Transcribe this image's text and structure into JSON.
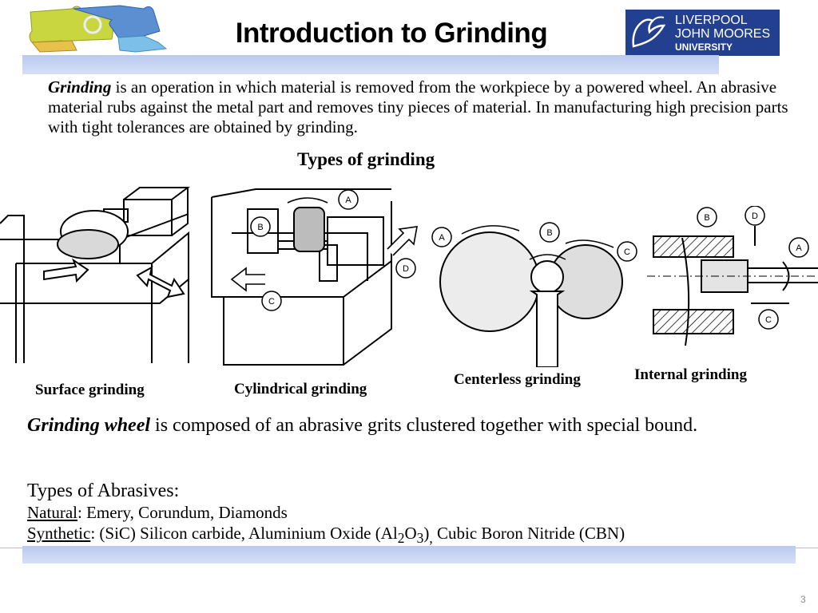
{
  "slide": {
    "title": "Introduction to Grinding",
    "logos": {
      "ljmu_line1": "LIVERPOOL",
      "ljmu_line2": "JOHN MOORES",
      "ljmu_line3": "UNIVERSITY"
    },
    "intro": {
      "term": "Grinding",
      "text": " is an operation in which material is removed from the workpiece by a powered wheel. An abrasive material rubs against the metal part and removes tiny pieces of material.  In manufacturing high precision parts with tight tolerances are obtained by grinding."
    },
    "types_heading": "Types of grinding",
    "diagram_labels": {
      "a": "A",
      "b": "B",
      "c": "C",
      "d": "D"
    },
    "captions": {
      "surface": "Surface grinding",
      "cylindrical": "Cylindrical grinding",
      "centerless": "Centerless grinding",
      "internal": "Internal grinding"
    },
    "wheel": {
      "term": "Grinding wheel",
      "text": " is composed of an abrasive grits clustered together with special bound."
    },
    "abrasives": {
      "title": "Types of Abrasives:",
      "natural_label": "Natural",
      "natural_text": ":   Emery, Corundum, Diamonds",
      "synthetic_label": "Synthetic",
      "synthetic_text_1": ":  (SiC) Silicon carbide, Aluminium Oxide (Al",
      "sub_2": "2",
      "o_text": "O",
      "sub_3": "3",
      "synthetic_text_2": ")",
      "synthetic_sub_comma": ",",
      "synthetic_text_3": " Cubic Boron Nitride (CBN)"
    },
    "slide_number": "3"
  }
}
